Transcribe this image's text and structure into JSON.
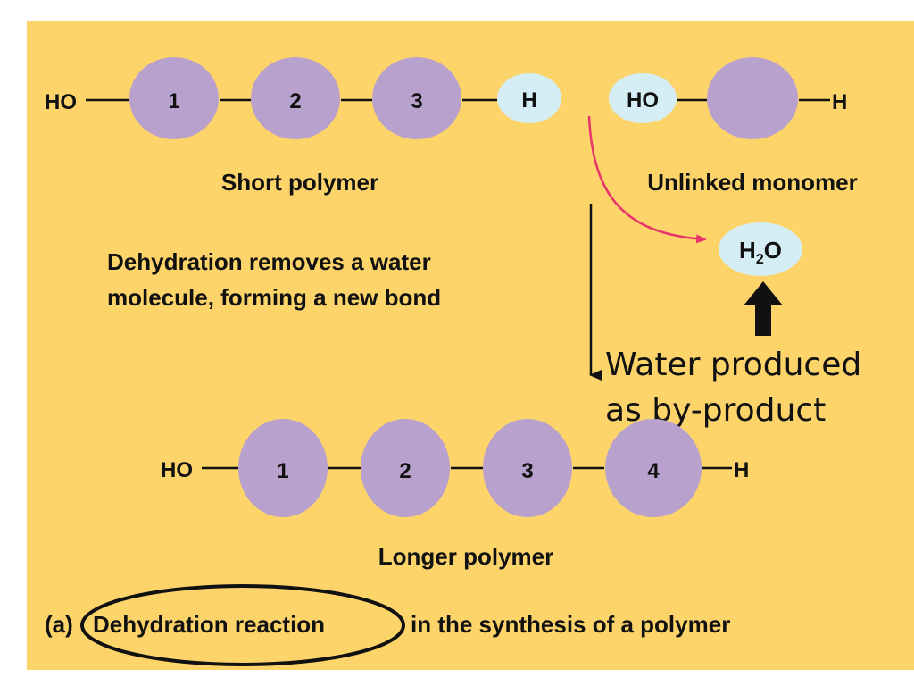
{
  "colors": {
    "background": "#fcd46a",
    "monomer": "#b8a2cd",
    "hydrogen_bubble": "#d5eef6",
    "reaction_arrow": "#e8336b",
    "text": "#111111"
  },
  "short_polymer": {
    "left_end": "HO",
    "monomers": [
      "1",
      "2",
      "3"
    ],
    "right_end": "H",
    "caption": "Short polymer"
  },
  "unlinked_monomer": {
    "left_end": "HO",
    "monomer": "",
    "right_end": "H",
    "caption": "Unlinked monomer"
  },
  "dehydration_note": {
    "line1": "Dehydration removes a water",
    "line2": "molecule, forming a new bond"
  },
  "water": {
    "symbol": "H",
    "subscript": "2",
    "symbol_end": "O"
  },
  "byproduct_note": {
    "line1": "Water produced",
    "line2": "as by-product"
  },
  "longer_polymer": {
    "left_end": "HO",
    "monomers": [
      "1",
      "2",
      "3",
      "4"
    ],
    "right_end": "H",
    "caption": "Longer polymer"
  },
  "figure_caption": {
    "label": "(a)",
    "highlighted": "Dehydration reaction",
    "rest": "in the synthesis of a polymer"
  }
}
